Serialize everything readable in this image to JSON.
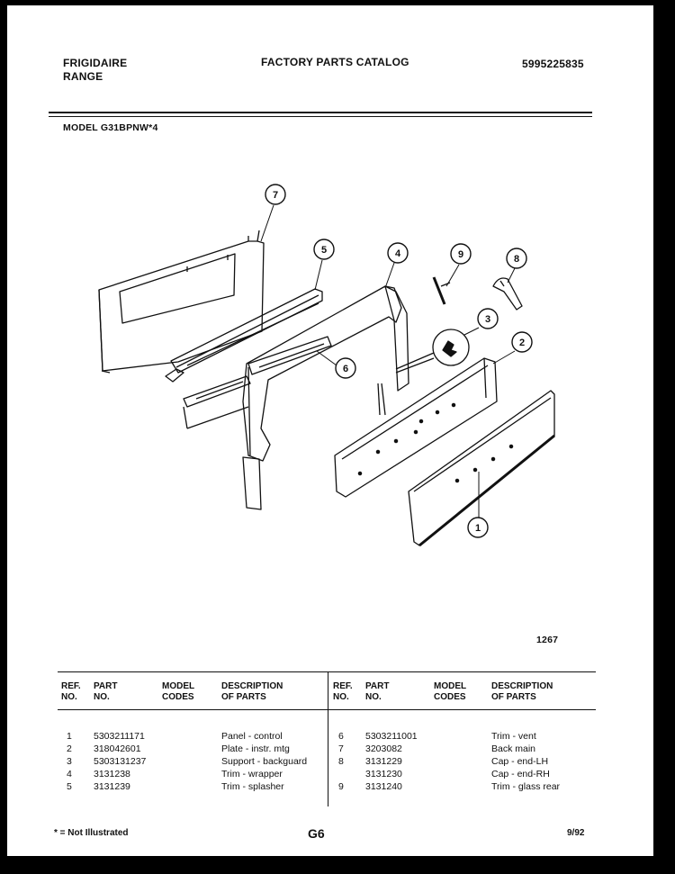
{
  "header": {
    "brand": "FRIGIDAIRE",
    "product": "RANGE",
    "title": "FACTORY PARTS CATALOG",
    "catalog_number": "5995225835",
    "model": "MODEL G31BPNW*4"
  },
  "diagram": {
    "drawing_number": "1267",
    "callouts": [
      "7",
      "5",
      "4",
      "9",
      "8",
      "3",
      "2",
      "6",
      "1"
    ]
  },
  "table_headers": {
    "ref": "REF.",
    "no": "NO.",
    "part": "PART",
    "part_no": "NO.",
    "model": "MODEL",
    "codes": "CODES",
    "description": "DESCRIPTION",
    "of_parts": "OF PARTS"
  },
  "parts_left": [
    {
      "ref": "1",
      "part": "5303211171",
      "code": "",
      "desc": "Panel - control"
    },
    {
      "ref": "2",
      "part": "318042601",
      "code": "",
      "desc": "Plate - instr. mtg"
    },
    {
      "ref": "3",
      "part": "5303131237",
      "code": "",
      "desc": "Support - backguard"
    },
    {
      "ref": "4",
      "part": "3131238",
      "code": "",
      "desc": "Trim - wrapper"
    },
    {
      "ref": "5",
      "part": "3131239",
      "code": "",
      "desc": "Trim - splasher"
    }
  ],
  "parts_right": [
    {
      "ref": "6",
      "part": "5303211001",
      "code": "",
      "desc": "Trim - vent"
    },
    {
      "ref": "7",
      "part": "3203082",
      "code": "",
      "desc": "Back main"
    },
    {
      "ref": "8",
      "part": "3131229",
      "code": "",
      "desc": "Cap - end-LH"
    },
    {
      "ref": "",
      "part": "3131230",
      "code": "",
      "desc": "Cap - end-RH"
    },
    {
      "ref": "9",
      "part": "3131240",
      "code": "",
      "desc": "Trim - glass rear"
    }
  ],
  "footer": {
    "note": "* = Not Illustrated",
    "page": "G6",
    "date": "9/92"
  }
}
